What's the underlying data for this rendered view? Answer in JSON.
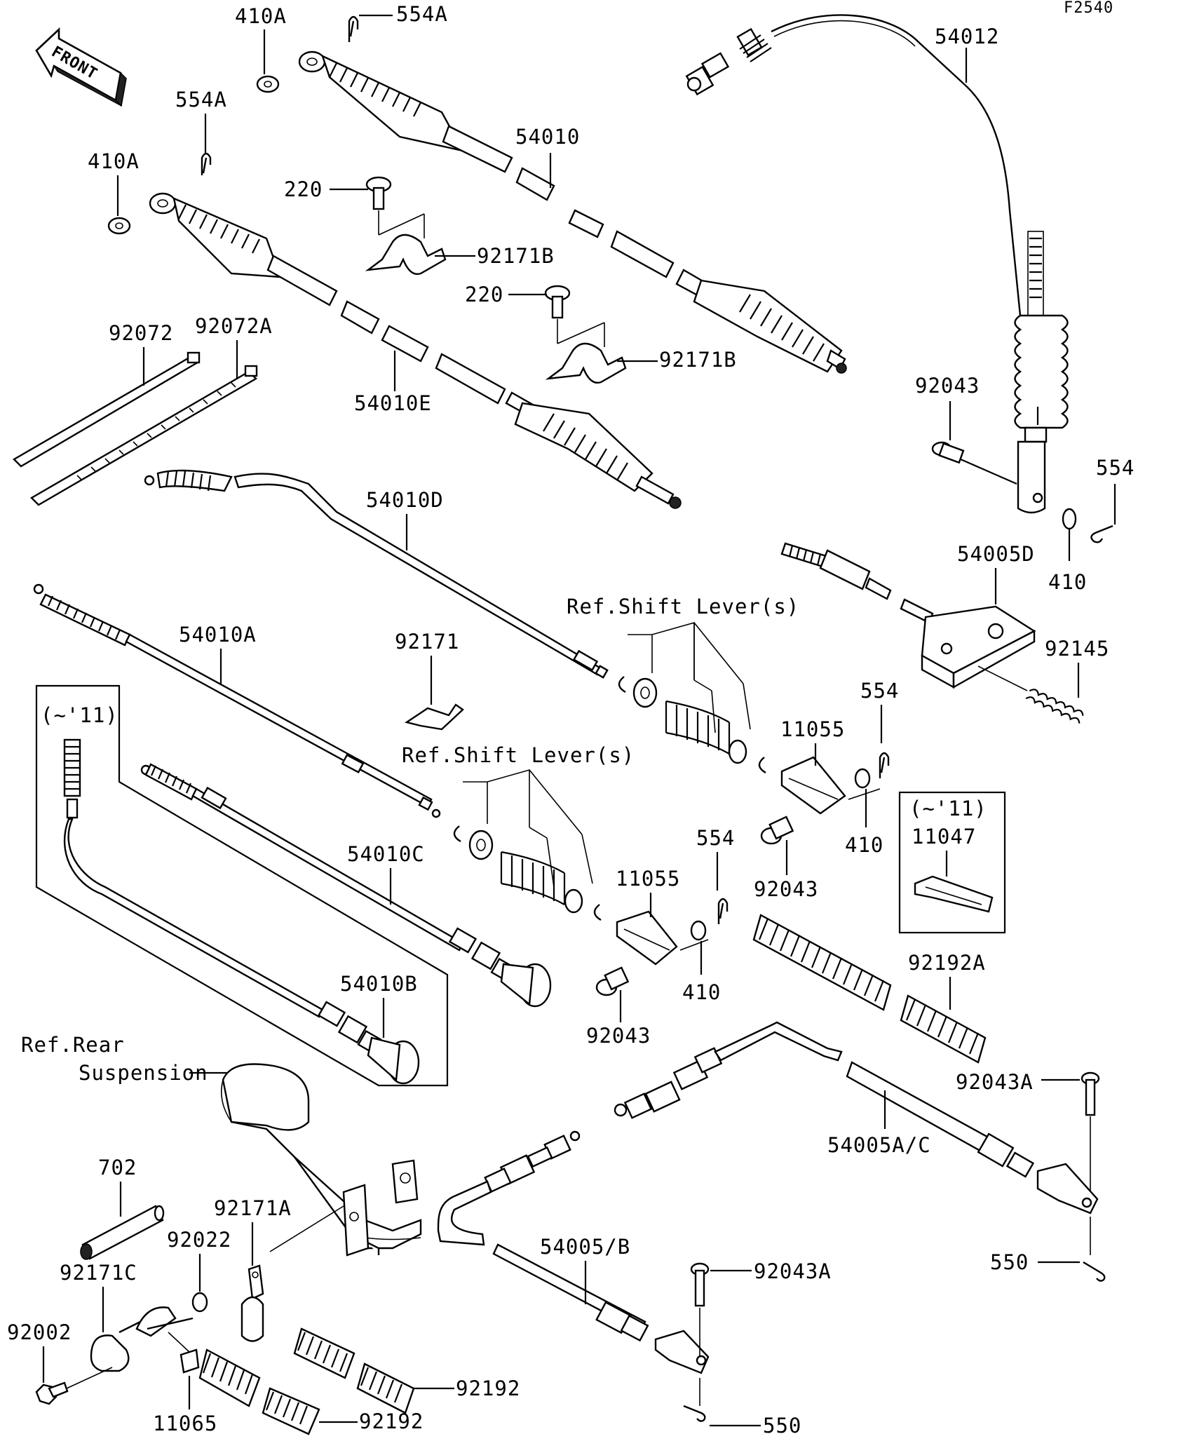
{
  "diagram": {
    "figure_code": "F2540",
    "front_arrow_label": "FRONT",
    "notes": {
      "ref_shift_lever_1": "Ref.Shift Lever(s)",
      "ref_shift_lever_2": "Ref.Shift Lever(s)",
      "ref_rear_suspension_line1": "Ref.Rear",
      "ref_rear_suspension_line2": "Suspension",
      "year_note_left": "(~'11)",
      "year_note_right": "(~'11)"
    },
    "part_labels": {
      "p410A_top": "410A",
      "p554A_top": "554A",
      "p554A_mid": "554A",
      "p410A_mid": "410A",
      "p54012": "54012",
      "p54010": "54010",
      "p220_a": "220",
      "p92171B_a": "92171B",
      "p220_b": "220",
      "p92171B_b": "92171B",
      "p92072": "92072",
      "p92072A": "92072A",
      "p54010E": "54010E",
      "p92043_top": "92043",
      "p554_right": "554",
      "p54010D": "54010D",
      "p54005D": "54005D",
      "p410_right": "410",
      "p92145": "92145",
      "p54010A": "54010A",
      "p92171": "92171",
      "p554_mid": "554",
      "p11055_a": "11055",
      "p410_mid": "410",
      "p92043_mid": "92043",
      "p11047": "11047",
      "p54010C": "54010C",
      "p554_low": "554",
      "p11055_b": "11055",
      "p92192A": "92192A",
      "p410_low": "410",
      "p54010B": "54010B",
      "p92043_low": "92043",
      "p92043A_a": "92043A",
      "p54005AC": "54005A/C",
      "p702": "702",
      "p92171A": "92171A",
      "p92022": "92022",
      "p92171C": "92171C",
      "p54005B": "54005/B",
      "p92043A_b": "92043A",
      "p550_a": "550",
      "p92002": "92002",
      "p92192_a": "92192",
      "p11065": "11065",
      "p92192_b": "92192",
      "p550_b": "550"
    }
  }
}
